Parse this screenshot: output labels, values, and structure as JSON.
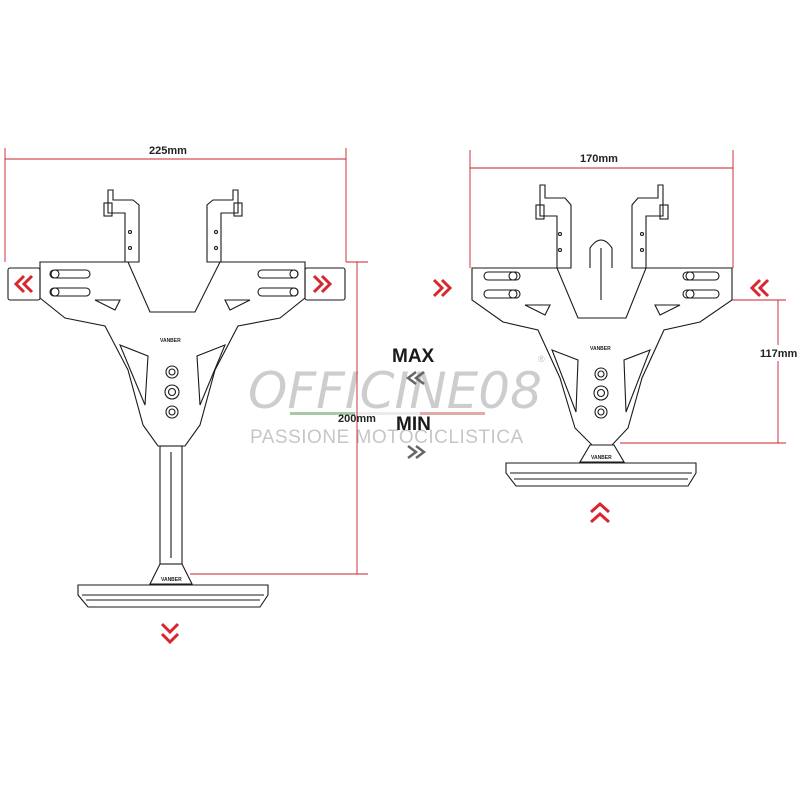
{
  "dimensions": {
    "left_width": "225mm",
    "left_height": "200mm",
    "right_width": "170mm",
    "right_height": "117mm"
  },
  "labels": {
    "max": "MAX",
    "min": "MIN"
  },
  "watermark": {
    "brand": "OFFICINE08",
    "tagline": "PASSIONE MOTOCICLISTICA",
    "registered": "®"
  },
  "colors": {
    "dimension_line": "#c8202a",
    "arrow_red": "#d8272f",
    "arrow_grey": "#666666",
    "outline": "#1a1a1a"
  }
}
